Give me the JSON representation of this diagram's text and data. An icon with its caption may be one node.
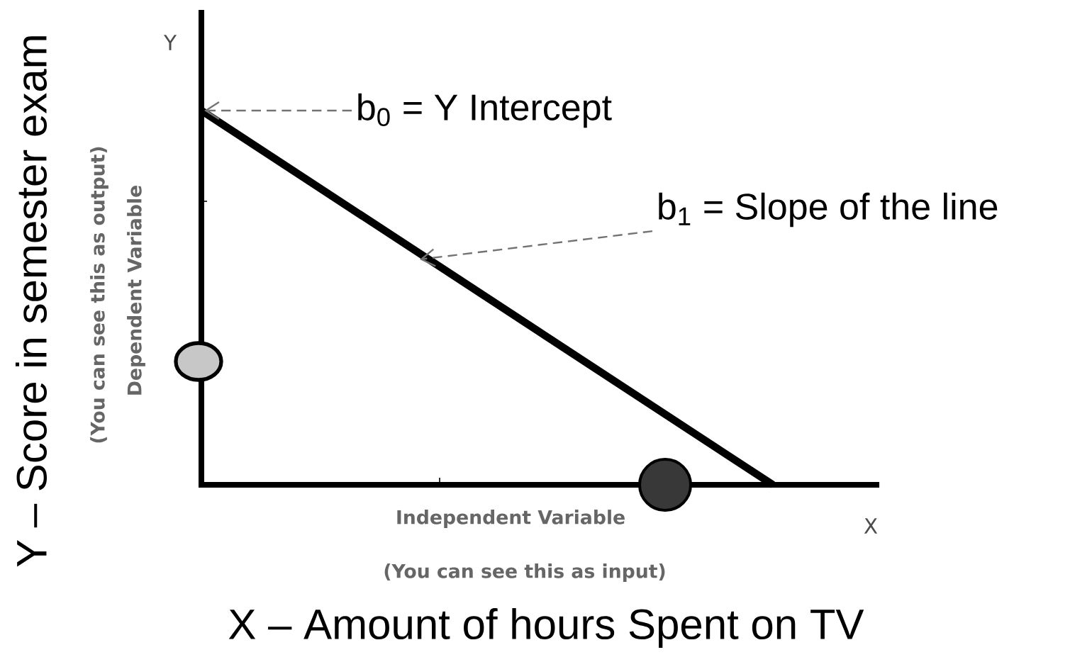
{
  "diagram": {
    "nodes": [
      {
        "text": [
          "b$_{0}$ = Y Intercept"
        ]
      },
      {
        "text": [
          "b$_{1}$ = Slope of the line"
        ]
      }
    ],
    "edges": [
      {
        "from": 0,
        "to": null,
        "arrow": "to",
        "style": "dashed"
      },
      {
        "from": 1,
        "to": null,
        "arrow": "to",
        "style": "dashed"
      }
    ],
    "labels": [
      "Y",
      "Dependent Variable",
      "(You can see this as output)",
      "Y – Score in semester exam",
      "Independent Variable",
      "X",
      "(You can see this as input)",
      "X – Amount of hours Spent on TV"
    ]
  }
}
